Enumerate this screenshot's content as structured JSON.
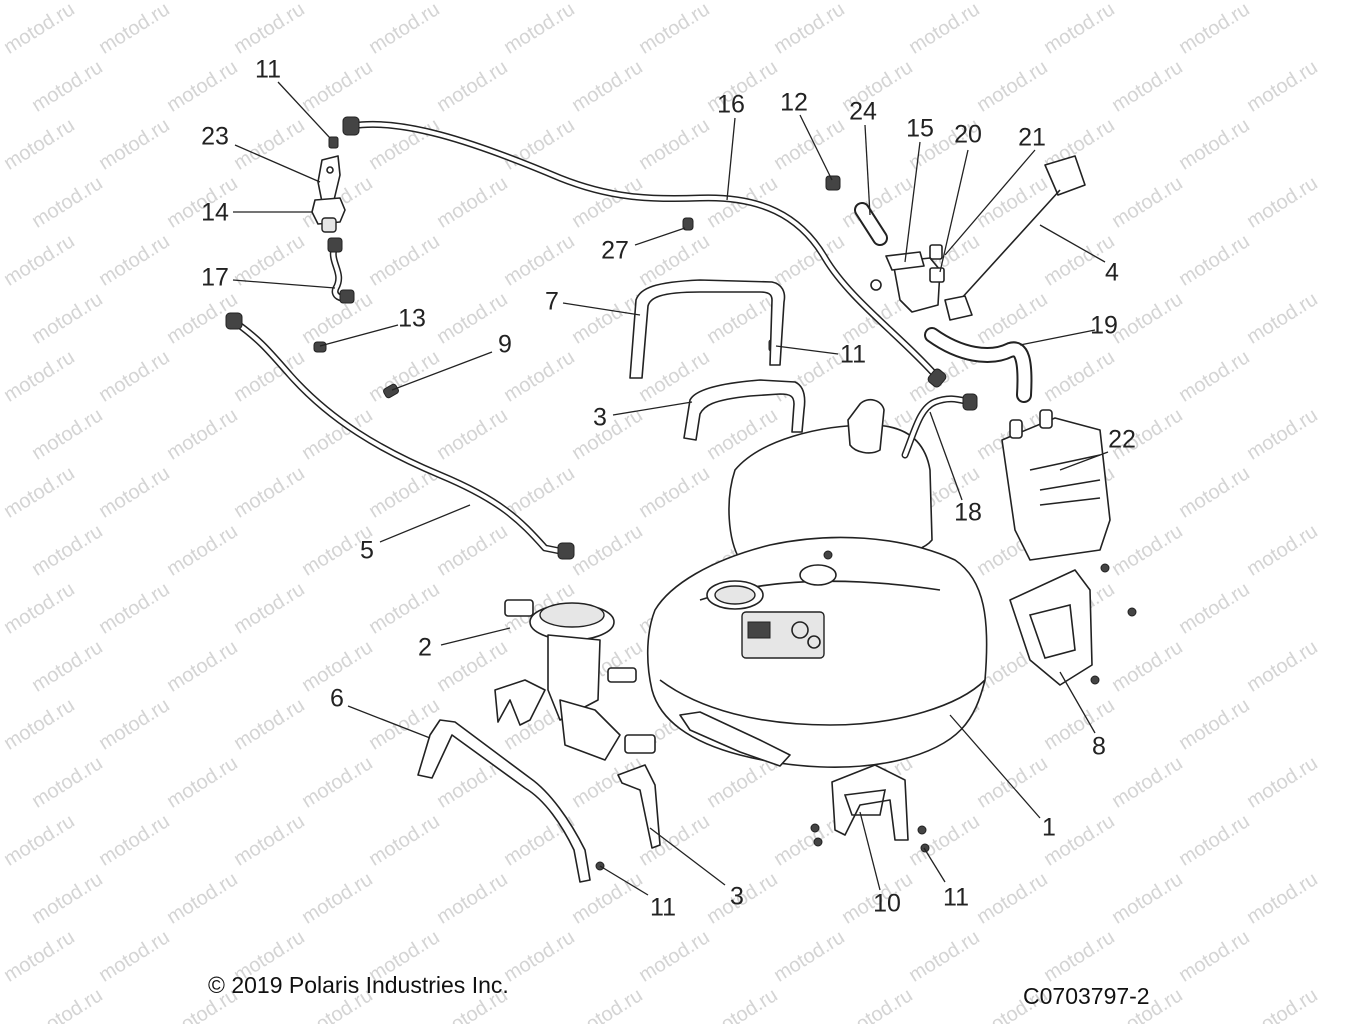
{
  "watermark": "motod.ru",
  "callouts": [
    {
      "id": "c-11-top",
      "text": "11"
    },
    {
      "id": "c-23",
      "text": "23"
    },
    {
      "id": "c-14",
      "text": "14"
    },
    {
      "id": "c-17",
      "text": "17"
    },
    {
      "id": "c-13",
      "text": "13"
    },
    {
      "id": "c-9",
      "text": "9"
    },
    {
      "id": "c-5",
      "text": "5"
    },
    {
      "id": "c-2",
      "text": "2"
    },
    {
      "id": "c-6",
      "text": "6"
    },
    {
      "id": "c-11-bottom-left",
      "text": "11"
    },
    {
      "id": "c-3-bottom",
      "text": "3"
    },
    {
      "id": "c-10",
      "text": "10"
    },
    {
      "id": "c-11-bottom-right",
      "text": "11"
    },
    {
      "id": "c-1",
      "text": "1"
    },
    {
      "id": "c-8",
      "text": "8"
    },
    {
      "id": "c-22",
      "text": "22"
    },
    {
      "id": "c-18",
      "text": "18"
    },
    {
      "id": "c-19",
      "text": "19"
    },
    {
      "id": "c-4",
      "text": "4"
    },
    {
      "id": "c-21",
      "text": "21"
    },
    {
      "id": "c-20",
      "text": "20"
    },
    {
      "id": "c-15",
      "text": "15"
    },
    {
      "id": "c-24",
      "text": "24"
    },
    {
      "id": "c-12",
      "text": "12"
    },
    {
      "id": "c-16",
      "text": "16"
    },
    {
      "id": "c-27",
      "text": "27"
    },
    {
      "id": "c-7",
      "text": "7"
    },
    {
      "id": "c-11-mid",
      "text": "11"
    },
    {
      "id": "c-3-mid",
      "text": "3"
    }
  ],
  "footer": {
    "copyright": "© 2019 Polaris Industries Inc.",
    "code": "C0703797-2"
  }
}
